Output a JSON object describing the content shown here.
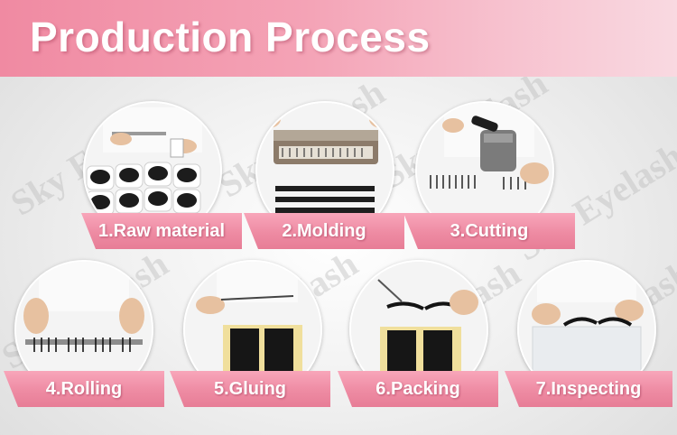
{
  "header": {
    "title": "Production Process"
  },
  "watermark": "Sky Eyelash",
  "steps": [
    {
      "label": "1.Raw material",
      "icon": "raw-material-photo"
    },
    {
      "label": "2.Molding",
      "icon": "molding-photo"
    },
    {
      "label": "3.Cutting",
      "icon": "cutting-photo"
    },
    {
      "label": "4.Rolling",
      "icon": "rolling-photo"
    },
    {
      "label": "5.Gluing",
      "icon": "gluing-photo"
    },
    {
      "label": "6.Packing",
      "icon": "packing-photo"
    },
    {
      "label": "7.Inspecting",
      "icon": "inspecting-photo"
    }
  ],
  "colors": {
    "banner": "#f08aa2",
    "label": "#ee8ba3",
    "text": "#ffffff",
    "background": "#ececec"
  }
}
